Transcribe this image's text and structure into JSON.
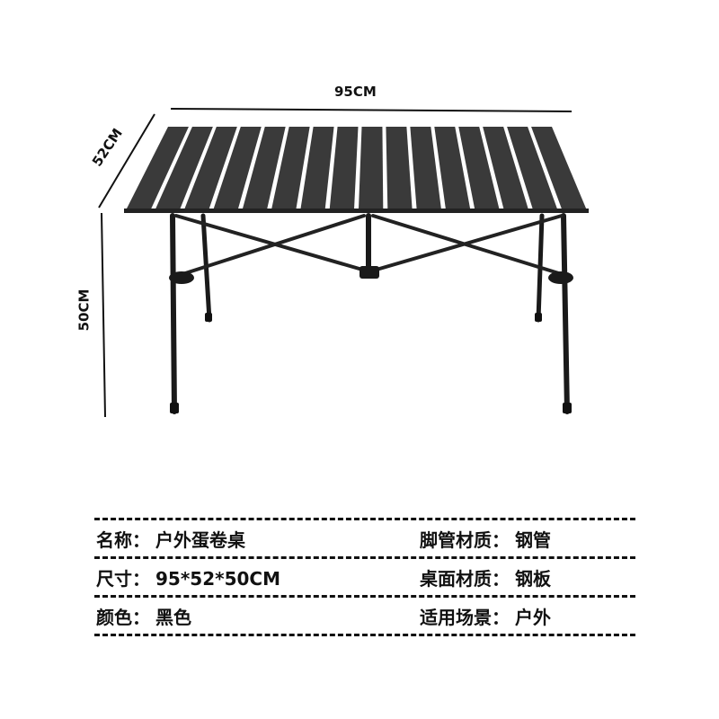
{
  "product": {
    "name": "户外蛋卷桌",
    "type": "outdoor egg-roll folding table",
    "slat_count": 16,
    "colors": {
      "tabletop": "#3a3a3a",
      "frame": "#1a1a1a",
      "text": "#111111",
      "background": "#ffffff"
    }
  },
  "dimensions": {
    "width_label": "95CM",
    "depth_label": "52CM",
    "height_label": "50CM"
  },
  "specs": {
    "rows": [
      {
        "left": {
          "label": "名称",
          "sep": "：",
          "value": "户外蛋卷桌"
        },
        "right": {
          "label": "脚管材质",
          "sep": "：",
          "value": "钢管"
        }
      },
      {
        "left": {
          "label": "尺寸",
          "sep": "：",
          "value": "95*52*50CM"
        },
        "right": {
          "label": "桌面材质",
          "sep": "：",
          "value": "钢板"
        }
      },
      {
        "left": {
          "label": "颜色",
          "sep": "：",
          "value": "黑色"
        },
        "right": {
          "label": "适用场景",
          "sep": "：",
          "value": "户外"
        }
      }
    ]
  }
}
